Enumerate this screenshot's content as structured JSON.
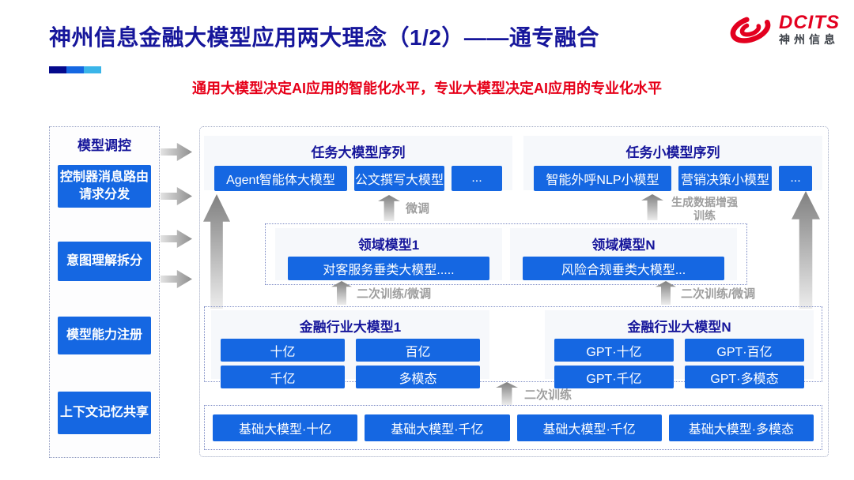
{
  "slide": {
    "title": "神州信息金融大模型应用两大理念（1/2）——通专融合",
    "subtitle": "通用大模型决定AI应用的智能化水平，专业大模型决定AI应用的专业化水平"
  },
  "logo": {
    "brand": "DCITS",
    "company": "神州信息"
  },
  "sidebar": {
    "title": "模型调控",
    "items": [
      "控制器消息路由请求分发",
      "意图理解拆分",
      "模型能力注册",
      "上下文记忆共享"
    ]
  },
  "task_large": {
    "title": "任务大模型序列",
    "models": [
      "Agent智能体大模型",
      "公文撰写大模型",
      "..."
    ]
  },
  "task_small": {
    "title": "任务小模型序列",
    "models": [
      "智能外呼NLP小模型",
      "营销决策小模型",
      "..."
    ]
  },
  "domain_models": [
    {
      "title": "领域模型1",
      "model": "对客服务垂类大模型....."
    },
    {
      "title": "领域模型N",
      "model": "风险合规垂类大模型..."
    }
  ],
  "industry_models": [
    {
      "title": "金融行业大模型1",
      "models": [
        "十亿",
        "百亿",
        "千亿",
        "多模态"
      ]
    },
    {
      "title": "金融行业大模型N",
      "models": [
        "GPT·十亿",
        "GPT·百亿",
        "GPT·千亿",
        "GPT·多模态"
      ]
    }
  ],
  "base_models": [
    "基础大模型·十亿",
    "基础大模型·千亿",
    "基础大模型·千亿",
    "基础大模型·多模态"
  ],
  "arrow_labels": {
    "finetune": "微调",
    "augment_line1": "生成数据增强",
    "augment_line2": "训练",
    "retrain_finetune_left": "二次训练/微调",
    "retrain_finetune_right": "二次训练/微调",
    "retrain": "二次训练"
  },
  "colors": {
    "button_blue": "#1567e2",
    "title_navy": "#16169b",
    "subtitle_red": "#e60019",
    "accent_bar": [
      "#050a8c",
      "#1567e2",
      "#3ab5e9"
    ],
    "logo_red": "#e3001f",
    "arrow_gray": "#9e9e9e"
  }
}
